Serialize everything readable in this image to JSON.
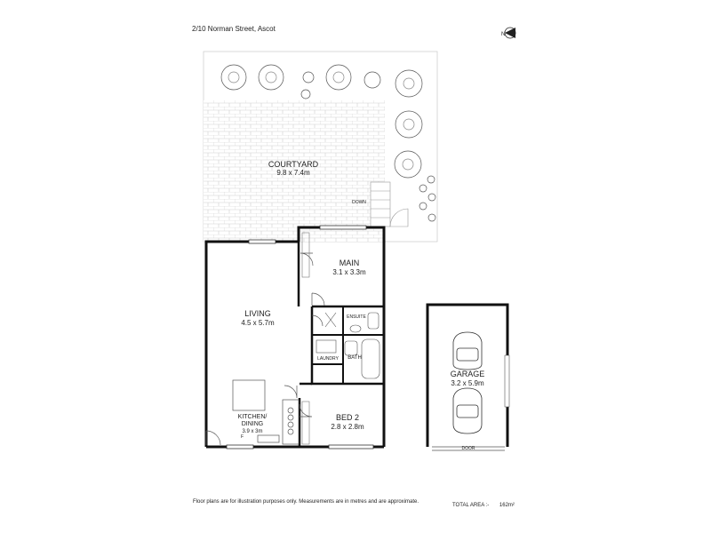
{
  "header": {
    "address": "2/10 Norman Street, Ascot"
  },
  "compass": {
    "label": "N",
    "icon": "north-arrow-icon"
  },
  "rooms": {
    "courtyard": {
      "name": "COURTYARD",
      "dims": "9.8 x 7.4m"
    },
    "main": {
      "name": "MAIN",
      "dims": "3.1 x 3.3m"
    },
    "living": {
      "name": "LIVING",
      "dims": "4.5 x 5.7m"
    },
    "kitchen": {
      "name": "KITCHEN/",
      "name2": "DINING",
      "dims": "3.9 x 3m"
    },
    "bed2": {
      "name": "BED 2",
      "dims": "2.8 x 2.8m"
    },
    "garage": {
      "name": "GARAGE",
      "dims": "3.2 x 5.9m"
    },
    "ensuite": {
      "name": "ENSUITE"
    },
    "laundry": {
      "name": "LAUNDRY"
    },
    "bath": {
      "name": "BATH"
    }
  },
  "labels": {
    "down": "DOWN",
    "door": "DOOR",
    "fridge": "F"
  },
  "footer": {
    "disclaimer": "Floor plans are for illustration purposes only. Measurements are in metres and are approximate.",
    "total_label": "TOTAL AREA :-",
    "total_value": "162m²"
  }
}
